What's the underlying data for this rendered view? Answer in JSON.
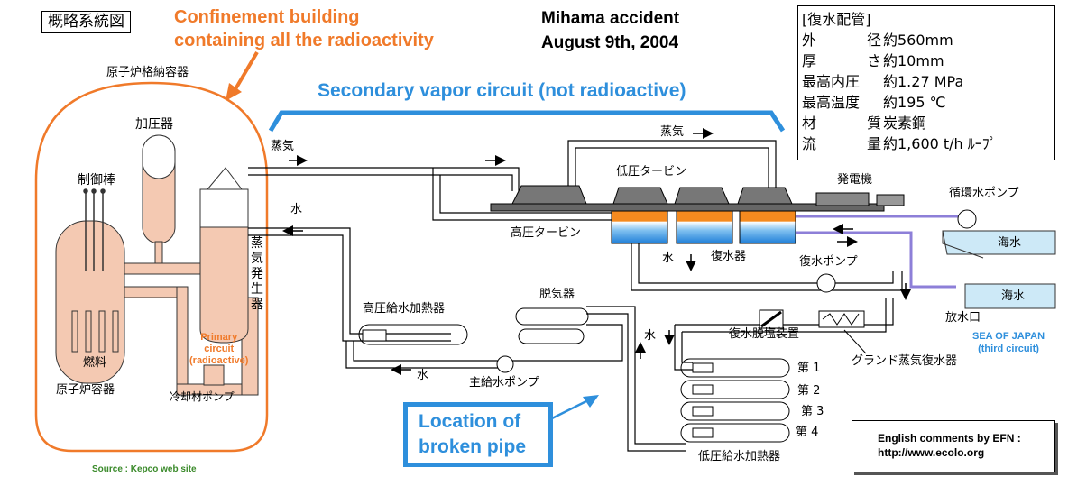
{
  "title": "概略系統図",
  "confinement": {
    "line1": "Confinement building",
    "line2": "containing all the radioactivity"
  },
  "accident": {
    "line1": "Mihama accident",
    "line2": "August 9th, 2004"
  },
  "secondary_circuit": "Secondary vapor circuit (not radioactive)",
  "spec": {
    "title": "[復水配管]",
    "rows": [
      {
        "label": [
          "外",
          "径"
        ],
        "value": "約560mm"
      },
      {
        "label": [
          "厚",
          "さ"
        ],
        "value": "約10mm"
      },
      {
        "label": [
          "最高内圧"
        ],
        "value": "約1.27 MPa"
      },
      {
        "label": [
          "最高温度"
        ],
        "value": "約195 ℃"
      },
      {
        "label": [
          "材",
          "質"
        ],
        "value": "炭素鋼"
      },
      {
        "label": [
          "流",
          "量"
        ],
        "value": "約1,600 t/h ﾙｰﾌﾟ"
      }
    ]
  },
  "labels": {
    "containment_vessel": "原子炉格納容器",
    "pressurizer": "加圧器",
    "control_rods": "制御棒",
    "fuel": "燃料",
    "reactor_vessel": "原子炉容器",
    "coolant_pump": "冷却材ポンプ",
    "steam_generator": "蒸気発生器",
    "steam_left": "蒸気",
    "water_left": "水",
    "primary1": "Primary",
    "primary2": "circuit",
    "primary3": "(radioactive)",
    "steam_top": "蒸気",
    "lp_turbine": "低圧タービン",
    "hp_turbine": "高圧タービン",
    "generator": "発電機",
    "circ_pump": "循環水ポンプ",
    "seawater1": "海水",
    "seawater2": "海水",
    "condenser": "復水器",
    "water_cond": "水",
    "condensate_pump": "復水ポンプ",
    "outlet": "放水口",
    "hp_heater": "高圧給水加熱器",
    "deaerator": "脱気器",
    "main_feed_pump": "主給水ポンプ",
    "water_bottom": "水",
    "water_lp": "水",
    "demineralizer": "復水脱塩装置",
    "gland_condenser": "グランド蒸気復水器",
    "lp_heater": "低圧給水加熱器",
    "heater1": "第 1",
    "heater2": "第 2",
    "heater3": "第 3",
    "heater4": "第 4"
  },
  "sea_caption": {
    "line1": "SEA OF JAPAN",
    "line2": "(third circuit)"
  },
  "broken_pipe": {
    "line1": "Location of",
    "line2": "broken pipe"
  },
  "credit": {
    "line1": "English comments by EFN :",
    "line2": "http://www.ecolo.org"
  },
  "source": "Source : Kepco web site",
  "colors": {
    "orange": "#f07a2a",
    "blue": "#2e8fdc",
    "peach": "#f4c9b2",
    "sea": "#cde9f7",
    "condenser_top": "#f58a1f",
    "condenser_bottom": "#2f8fe0"
  }
}
